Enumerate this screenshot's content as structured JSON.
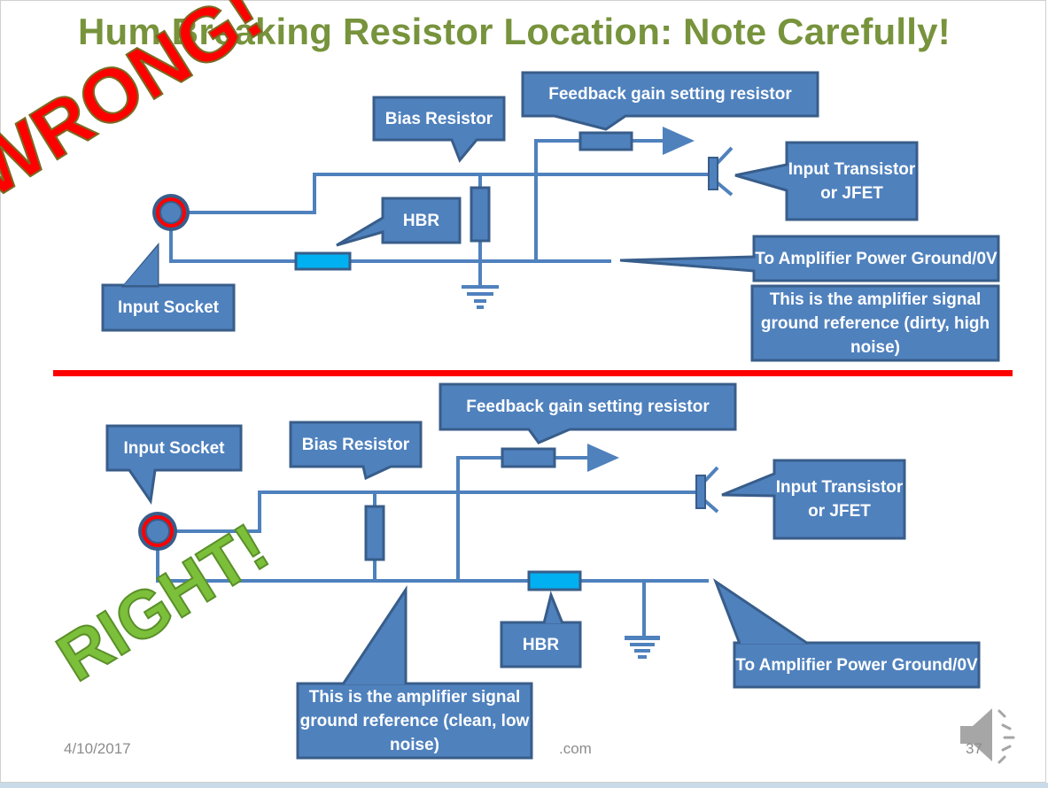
{
  "slide": {
    "title": "Hum Breaking Resistor Location: Note Carefully!",
    "wrong_label": "WRONG!",
    "right_label": "RIGHT!",
    "footer": {
      "date": "4/10/2017",
      "url_fragment": ".com",
      "page_number": "37"
    },
    "colors": {
      "title": "#77933c",
      "wire": "#4f81bd",
      "component_border": "#385d8a",
      "hbr_fill": "#00b0f0",
      "socket_ring": "#ff0000",
      "divider": "#ff0000",
      "wrong": "#ff0000",
      "right": "#7cbf3a"
    }
  },
  "wrong_diagram": {
    "callouts": {
      "feedback": "Feedback gain setting resistor",
      "bias": "Bias Resistor",
      "transistor": "Input Transistor or JFET",
      "hbr": "HBR",
      "power_ground": "To Amplifier Power Ground/0V",
      "signal_ground": "This is the amplifier signal ground reference (dirty, high noise)",
      "input_socket": "Input Socket"
    }
  },
  "right_diagram": {
    "callouts": {
      "feedback": "Feedback gain setting resistor",
      "bias": "Bias Resistor",
      "transistor": "Input Transistor or JFET",
      "hbr": "HBR",
      "power_ground": "To Amplifier Power Ground/0V",
      "signal_ground": "This is the amplifier signal ground reference (clean, low noise)",
      "input_socket": "Input Socket"
    }
  },
  "media": {
    "audio_icon": "speaker-icon"
  }
}
